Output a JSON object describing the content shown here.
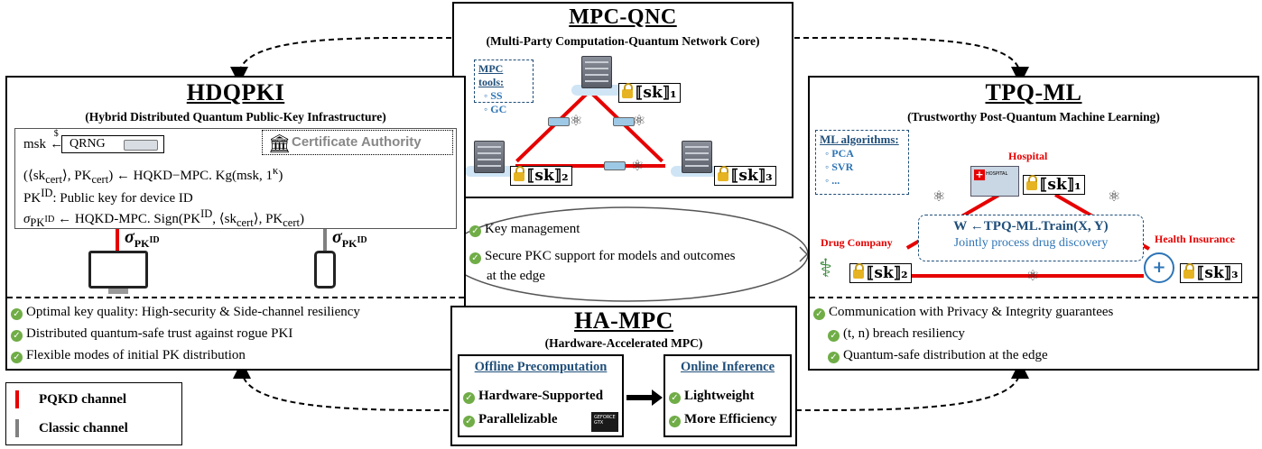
{
  "mpc_qnc": {
    "title": "MPC-QNC",
    "subtitle": "(Multi-Party Computation-Quantum Network Core)",
    "tools_heading": "MPC tools:",
    "tools": [
      "◦ SS",
      "◦ GC"
    ],
    "keys": [
      "⟦sk⟧₁",
      "⟦sk⟧₂",
      "⟦sk⟧₃"
    ]
  },
  "hdqpki": {
    "title": "HDQPKI",
    "subtitle": "(Hybrid Distributed Quantum Public-Key Infrastructure)",
    "msk": "msk",
    "sample_arrow": "$\n←",
    "qrng": "QRNG",
    "ca": "Certificate Authority",
    "line1": "(⟨sk",
    "line1_sub1": "cert",
    "line1_mid": "⟩, PK",
    "line1_sub2": "cert",
    "line1_rest": ") ← HQKD−MPC. Kg(msk, 1",
    "line1_sup": "κ",
    "line1_end": ")",
    "line2": "PK",
    "line2_sup": "ID",
    "line2_rest": ": Public key for device ID",
    "line3_sigma": "σ",
    "line3_sub": "PK",
    "line3_subsup": "ID",
    "line3_rest": " ← HQKD-MPC. Sign(PK",
    "line3_sup": "ID",
    "line3_end": ", ⟨sk",
    "line3_sub2": "cert",
    "line3_end2": "⟩, PK",
    "line3_sub3": "cert",
    "line3_close": ")",
    "sigma_label": "σ",
    "sigma_sub": "PK",
    "sigma_sup": "ID",
    "benefits": [
      "Optimal key quality: High-security & Side-channel resiliency",
      "Distributed quantum-safe trust against rogue PKI",
      "Flexible modes of initial PK distribution"
    ]
  },
  "middle": {
    "items": [
      "Key management",
      "Secure PKC support for models and outcomes",
      "at the edge"
    ]
  },
  "tpq_ml": {
    "title": "TPQ-ML",
    "subtitle": "(Trustworthy Post-Quantum Machine Learning)",
    "ml_heading": "ML algorithms:",
    "ml_items": [
      "◦ PCA",
      "◦ SVR",
      "◦ ..."
    ],
    "hospital": "Hospital",
    "drug_company": "Drug Company",
    "health_insurance": "Health Insurance",
    "hospital_sign": "HOSPITAL",
    "train": "W ←TPQ-ML.Train(X, Y)",
    "train_desc": "Jointly process drug discovery",
    "keys": [
      "⟦sk⟧₁",
      "⟦sk⟧₂",
      "⟦sk⟧₃"
    ],
    "benefits": [
      "Communication with Privacy & Integrity guarantees",
      "(t, n) breach resiliency",
      "Quantum-safe distribution at the edge"
    ]
  },
  "ha_mpc": {
    "title": "HA-MPC",
    "subtitle": "(Hardware-Accelerated MPC)",
    "offline_heading": "Offline Precomputation",
    "offline_items": [
      "Hardware-Supported",
      "Parallelizable"
    ],
    "online_heading": "Online Inference",
    "online_items": [
      "Lightweight",
      "More Efficiency"
    ],
    "gpu_label": "GEFORCE\nGTX"
  },
  "legend": {
    "pqkd": "PQKD channel",
    "classic": "Classic channel"
  },
  "colors": {
    "pqkd": "#e60000",
    "classic": "#808080",
    "accent_blue": "#1f4e79",
    "check_green": "#70ad47"
  }
}
